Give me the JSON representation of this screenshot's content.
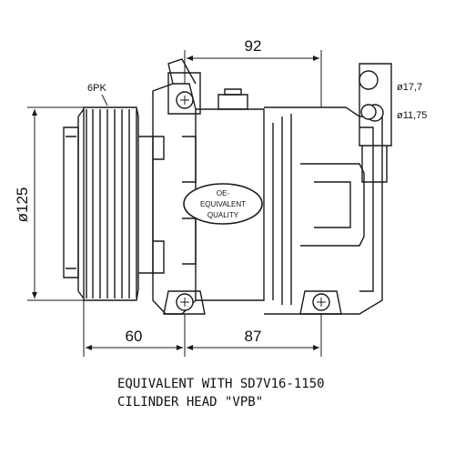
{
  "dimensions": {
    "top_width": "92",
    "diameter": "ø125",
    "left_offset": "60",
    "right_offset": "87",
    "belt_type": "6PK",
    "port_large": "ø17,7",
    "port_small": "ø11,75"
  },
  "badge": {
    "line1": "OE-",
    "line2": "EQUIVALENT",
    "line3": "QUALITY"
  },
  "notes": {
    "line1": "EQUIVALENT WITH SD7V16-1150",
    "line2": "CILINDER HEAD \"VPB\""
  },
  "colors": {
    "line": "#1a1a1a",
    "background": "#ffffff"
  }
}
